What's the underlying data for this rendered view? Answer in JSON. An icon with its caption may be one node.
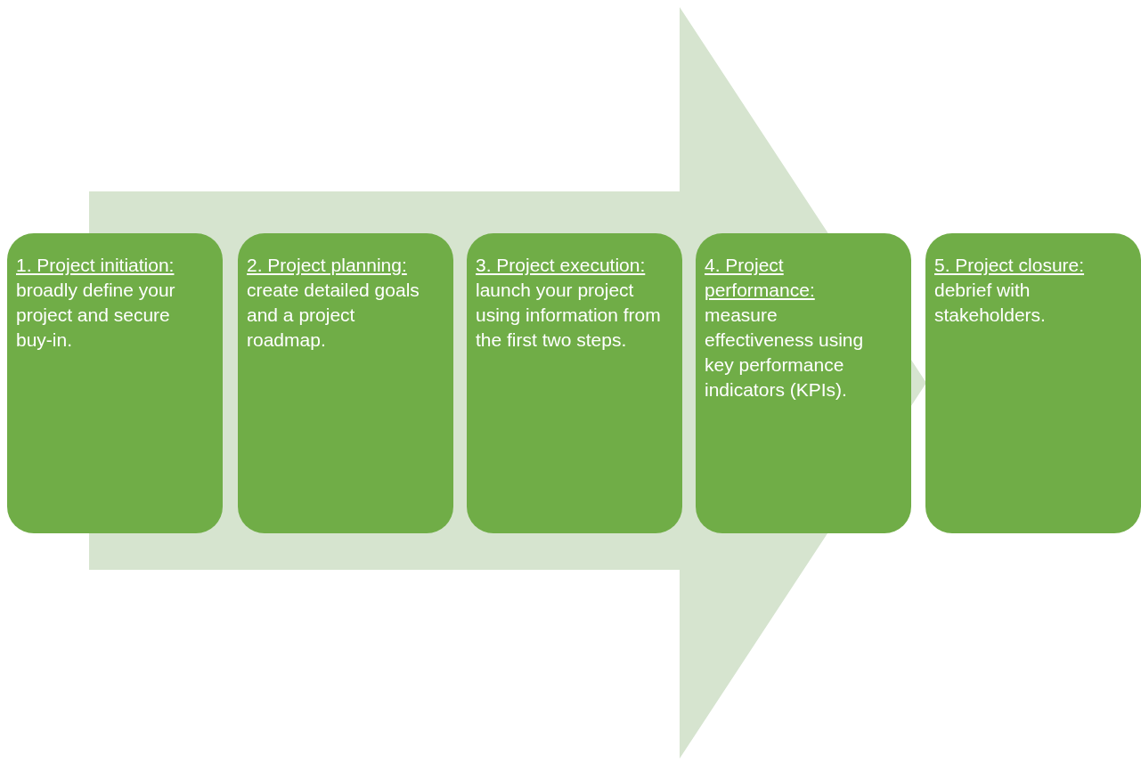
{
  "diagram": {
    "nodes": [
      {
        "text": [
          "1. Project initiation:",
          "broadly define your project and secure buy-in."
        ]
      },
      {
        "text": [
          "2. Project planning:",
          "create detailed goals and a project roadmap."
        ]
      },
      {
        "text": [
          "3. Project execution:",
          "launch your project using information from the first two steps."
        ]
      },
      {
        "text": [
          "4. Project performance:",
          "measure effectiveness using key performance indicators (KPIs)."
        ]
      },
      {
        "text": [
          "5. Project closure:",
          "debrief with stakeholders."
        ]
      }
    ],
    "edges": [
      {
        "from": 0,
        "to": 4,
        "arrow": "to"
      }
    ]
  }
}
